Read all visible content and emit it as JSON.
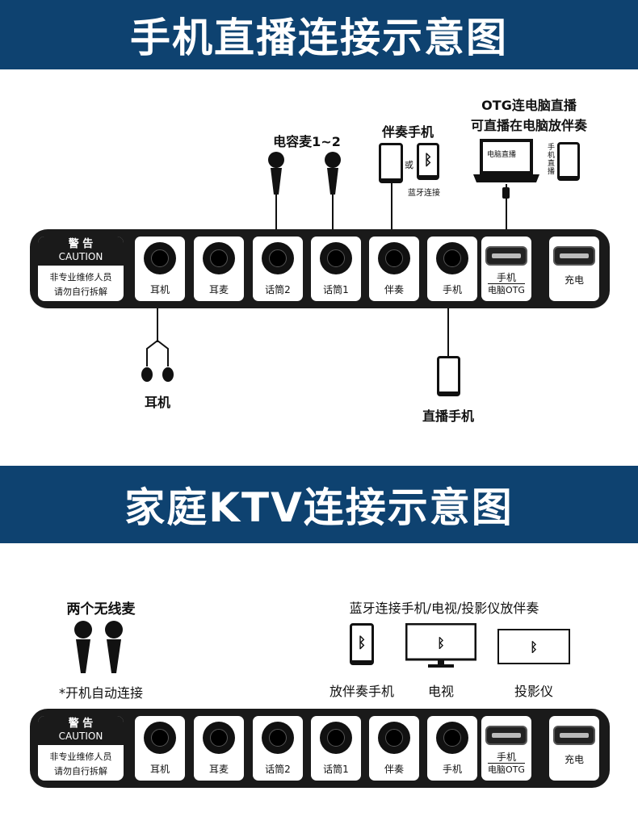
{
  "section1": {
    "title": "手机直播连接示意图",
    "mic_label": "电容麦1~2",
    "accomp_label": "伴奏手机",
    "or_label": "或",
    "bt_label": "蓝牙连接",
    "otg_line1": "OTG连电脑直播",
    "otg_line2": "可直播在电脑放伴奏",
    "laptop_screen": "电脑直播",
    "phone_side": "手机直播",
    "earphone_label": "耳机",
    "live_phone_label": "直播手机"
  },
  "section2": {
    "title": "家庭KTV连接示意图",
    "wireless_label": "两个无线麦",
    "auto_label": "*开机自动连接",
    "bt_devices_label": "蓝牙连接手机/电视/投影仪放伴奏",
    "device_phone": "放伴奏手机",
    "device_tv": "电视",
    "device_projector": "投影仪"
  },
  "panel": {
    "warn_title": "警 告",
    "warn_caution": "CAUTION",
    "warn_line1": "非专业维修人员",
    "warn_line2": "请勿自行拆解",
    "ports": [
      "耳机",
      "耳麦",
      "话筒2",
      "话筒1",
      "伴奏",
      "手机"
    ],
    "otg_top": "手机",
    "otg_bottom": "电脑OTG",
    "charge": "充电"
  },
  "colors": {
    "banner": "#0e4270",
    "panel": "#1a1a1a"
  }
}
